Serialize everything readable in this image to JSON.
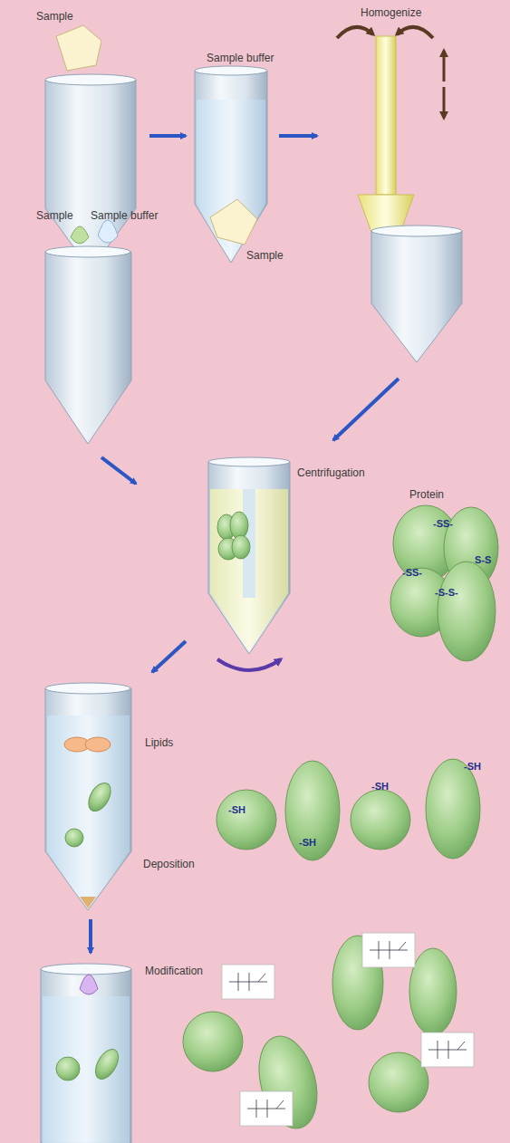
{
  "diagram": {
    "labels": [
      "Sample",
      "Sample buffer",
      "Sample",
      "Homogenize",
      "Sample",
      "Sample buffer",
      "Centrifugation",
      "Protein",
      "-SS-",
      "S-S",
      "-SS-",
      "-S-S-",
      "Lipids",
      "Deposition",
      "-SH",
      "-SH",
      "-SH",
      "-SH",
      "Modification"
    ]
  }
}
